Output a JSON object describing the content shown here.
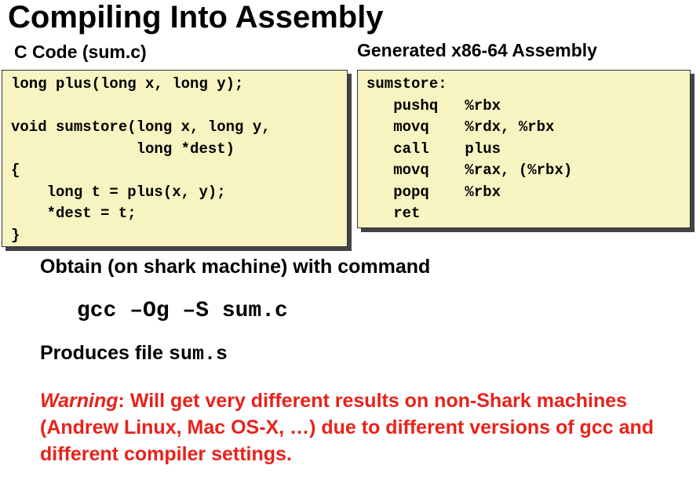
{
  "title": "Compiling Into Assembly",
  "c_section": {
    "heading": "C Code (sum.c)",
    "code": "long plus(long x, long y);\n\nvoid sumstore(long x, long y,\n              long *dest)\n{\n    long t = plus(x, y);\n    *dest = t;\n}"
  },
  "asm_section": {
    "heading": "Generated x86-64 Assembly",
    "code": "sumstore:\n   pushq   %rbx\n   movq    %rdx, %rbx\n   call    plus\n   movq    %rax, (%rbx)\n   popq    %rbx\n   ret"
  },
  "obtain_text": "Obtain (on shark machine) with command",
  "command": "gcc –Og –S sum.c",
  "produces": {
    "prefix": "Produces file ",
    "filename": "sum.s"
  },
  "warning": {
    "label": "Warning",
    "text": ": Will get very different results on non-Shark machines (Andrew Linux, Mac OS-X, …) due to different versions of gcc and different compiler settings."
  },
  "colors": {
    "code_background": "#f7f4c2",
    "warning_text": "#e8221b"
  }
}
